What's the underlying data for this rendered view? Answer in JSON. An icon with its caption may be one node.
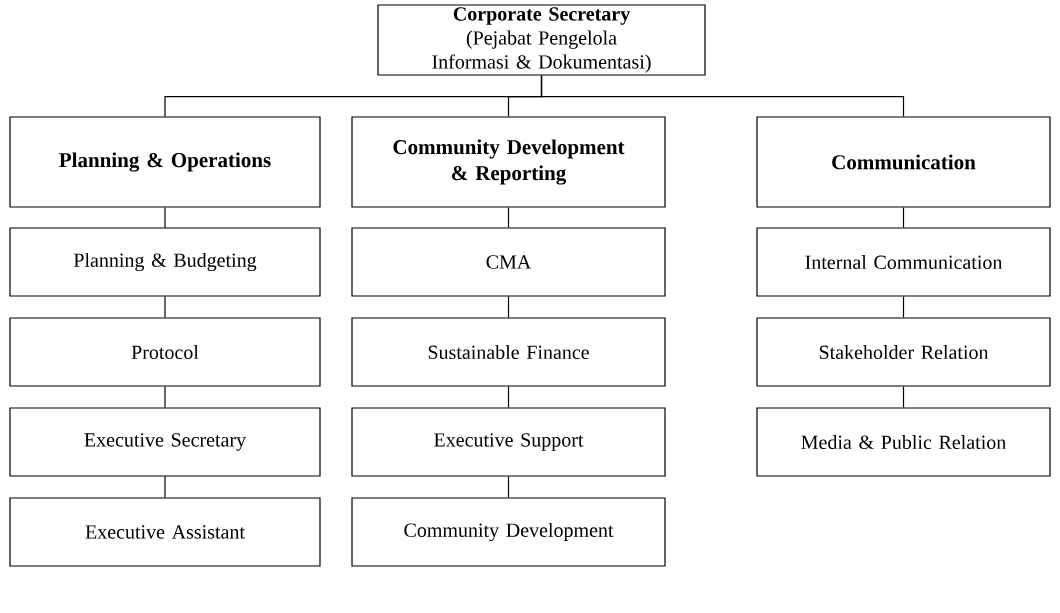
{
  "diagram": {
    "nodes": [
      {
        "text": [
          "Corporate Secretary",
          "(Pejabat Pengelola Informasi & Dokumentasi)"
        ]
      },
      {
        "text": [
          "Planning & Operations"
        ]
      },
      {
        "text": [
          "Community Development & Reporting"
        ]
      },
      {
        "text": [
          "Communication"
        ]
      },
      {
        "text": [
          "Planning & Budgeting"
        ]
      },
      {
        "text": [
          "Protocol"
        ]
      },
      {
        "text": [
          "Executive Secretary"
        ]
      },
      {
        "text": [
          "Executive Assistant"
        ]
      },
      {
        "text": [
          "CMA"
        ]
      },
      {
        "text": [
          "Sustainable Finance"
        ]
      },
      {
        "text": [
          "Executive Support"
        ]
      },
      {
        "text": [
          "Community Development"
        ]
      },
      {
        "text": [
          "Internal Communication"
        ]
      },
      {
        "text": [
          "Stakeholder Relation"
        ]
      },
      {
        "text": [
          "Media & Public Relation"
        ]
      }
    ],
    "edges": [
      {
        "from": 0,
        "to": 1,
        "arrow": "none"
      },
      {
        "from": 0,
        "to": 2,
        "arrow": "none"
      },
      {
        "from": 0,
        "to": 3,
        "arrow": "none"
      },
      {
        "from": 1,
        "to": 4,
        "arrow": "none"
      },
      {
        "from": 4,
        "to": 5,
        "arrow": "none"
      },
      {
        "from": 5,
        "to": 6,
        "arrow": "none"
      },
      {
        "from": 6,
        "to": 7,
        "arrow": "none"
      },
      {
        "from": 2,
        "to": 8,
        "arrow": "none"
      },
      {
        "from": 8,
        "to": 9,
        "arrow": "none"
      },
      {
        "from": 9,
        "to": 10,
        "arrow": "none"
      },
      {
        "from": 10,
        "to": 11,
        "arrow": "none"
      },
      {
        "from": 3,
        "to": 12,
        "arrow": "none"
      },
      {
        "from": 12,
        "to": 13,
        "arrow": "none"
      },
      {
        "from": 13,
        "to": 14,
        "arrow": "none"
      }
    ]
  }
}
